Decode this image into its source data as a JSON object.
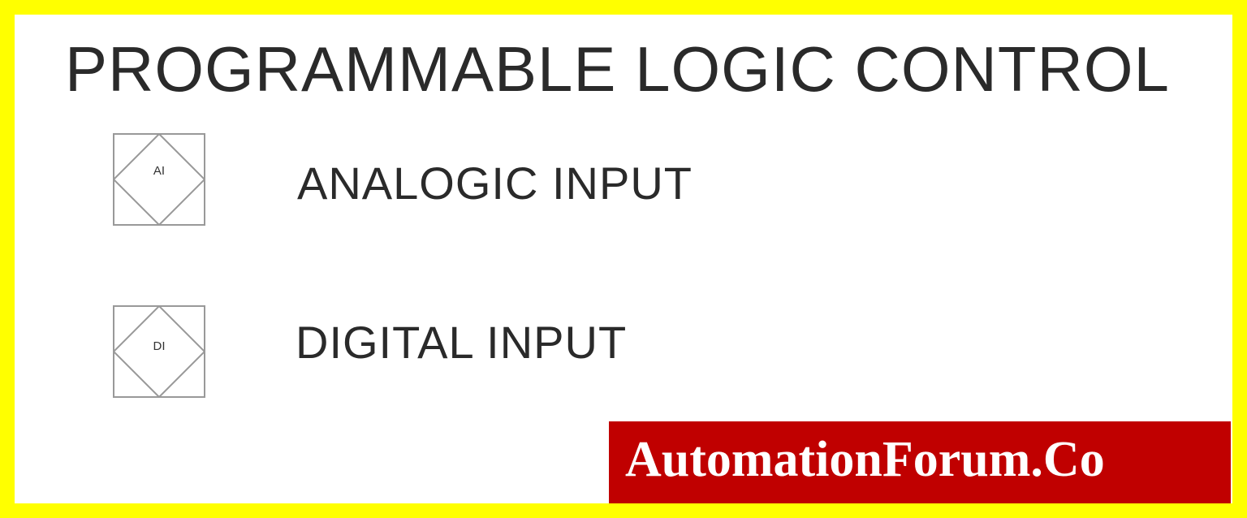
{
  "title": "PROGRAMMABLE LOGIC CONTROL",
  "legend": [
    {
      "code": "AI",
      "label": "ANALOGIC INPUT"
    },
    {
      "code": "DI",
      "label": "DIGITAL INPUT"
    }
  ],
  "watermark": "AutomationForum.Co",
  "colors": {
    "frame": "#ffff00",
    "watermark_bg": "#c00000",
    "watermark_text": "#ffffff",
    "ink": "#2a2a2a",
    "symbol_stroke": "#999999"
  }
}
